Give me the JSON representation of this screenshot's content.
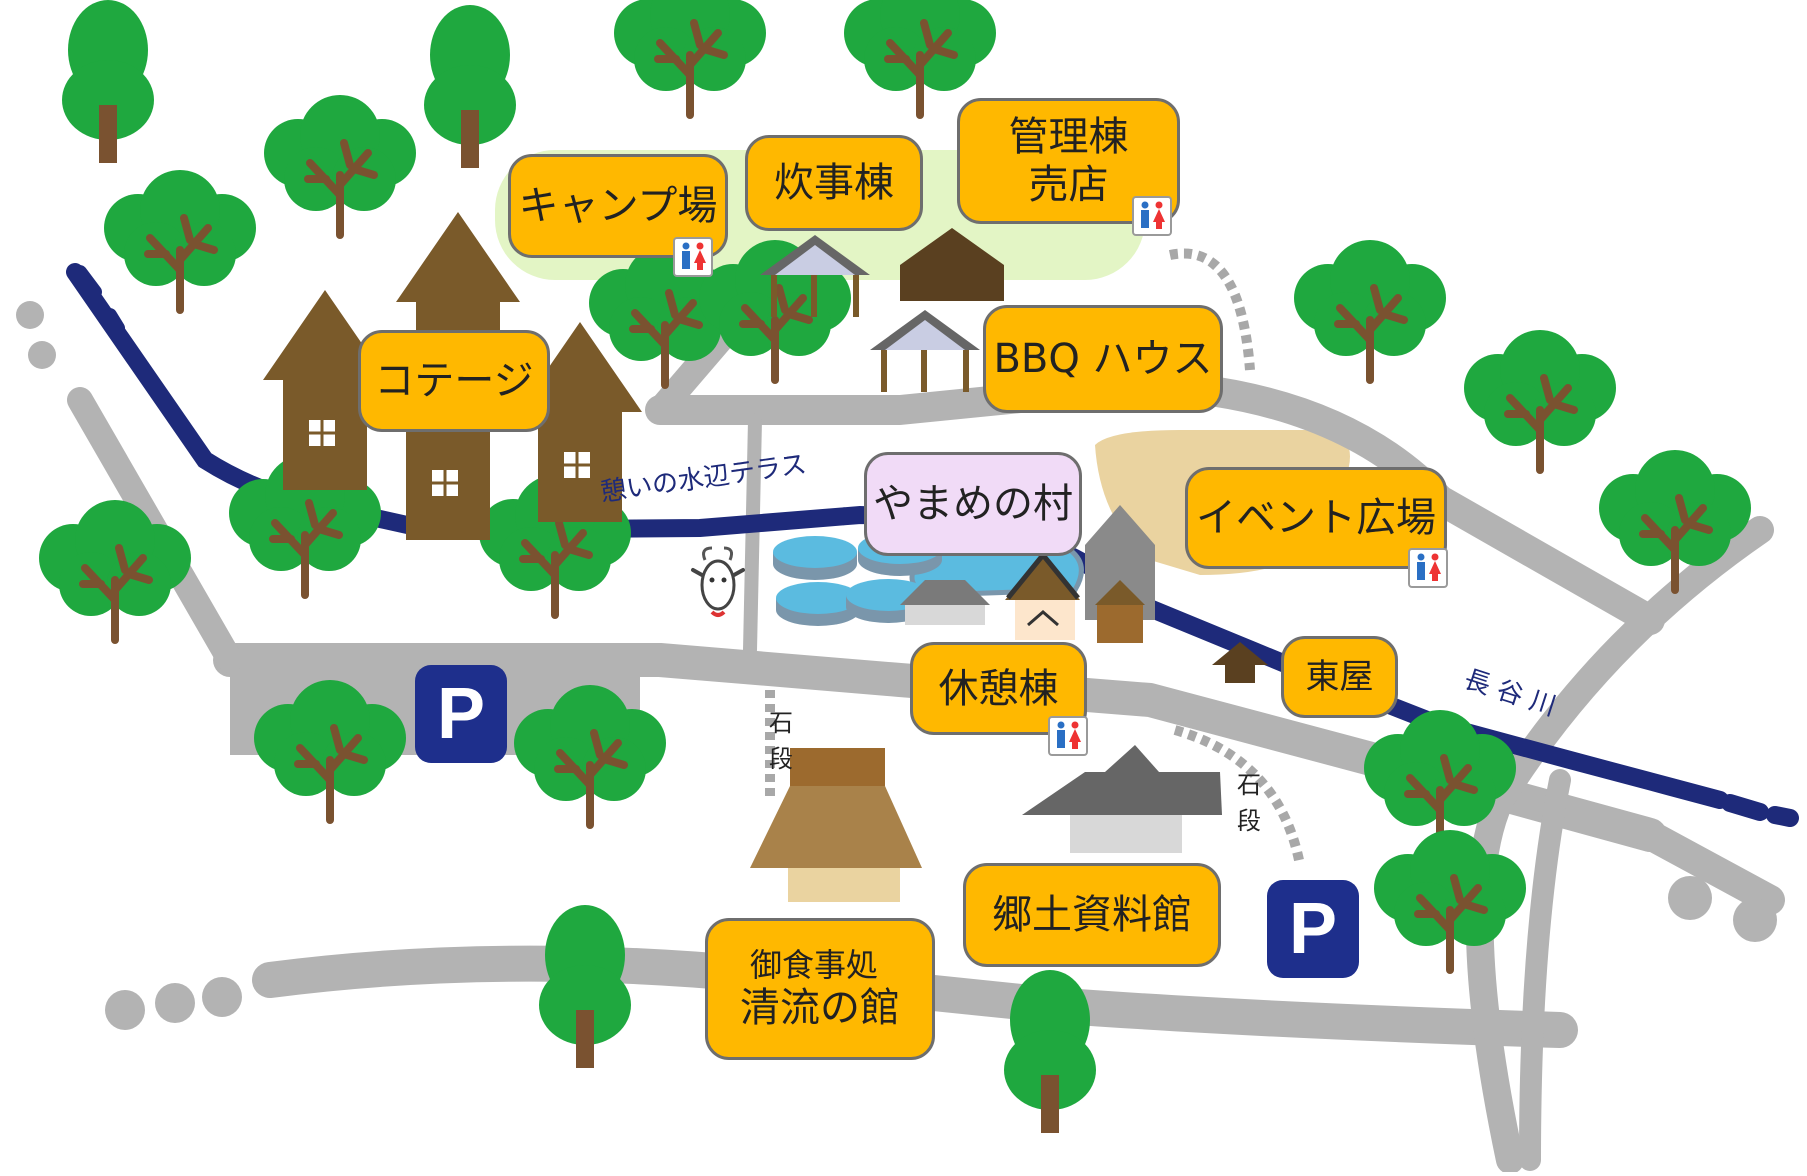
{
  "map": {
    "labels": {
      "camp": "キャンプ場",
      "kitchen": "炊事棟",
      "admin_line1": "管理棟",
      "admin_line2": "売店",
      "cottage": "コテージ",
      "bbq": "BBQ ハウス",
      "village": "やまめの村",
      "event": "イベント広場",
      "rest": "休憩棟",
      "azumaya": "東屋",
      "museum": "郷土資料館",
      "restaurant_line1": "御食事処",
      "restaurant_line2": "清流の館"
    },
    "river_labels": {
      "terrace": "憩いの水辺テラス",
      "river": "長 谷 川"
    },
    "stairs_label": "石 段",
    "parking_symbol": "P",
    "colors": {
      "road": "#b3b3b3",
      "river": "#1e2a7a",
      "label_fill": "#ffb800",
      "village_fill": "#f1dbf7",
      "tree_foliage": "#1fa83f",
      "tree_trunk": "#7a5230",
      "cabin": "#7a5a2a",
      "camp_zone": "#e3f5c5",
      "event_ground": "#ead3a0",
      "parking": "#1e2f8c",
      "pond": "#5bbbe0"
    },
    "icons": [
      "restroom-icon",
      "parking-icon",
      "goat-icon",
      "tree-icon",
      "cottage-icon",
      "pond-icon"
    ]
  }
}
